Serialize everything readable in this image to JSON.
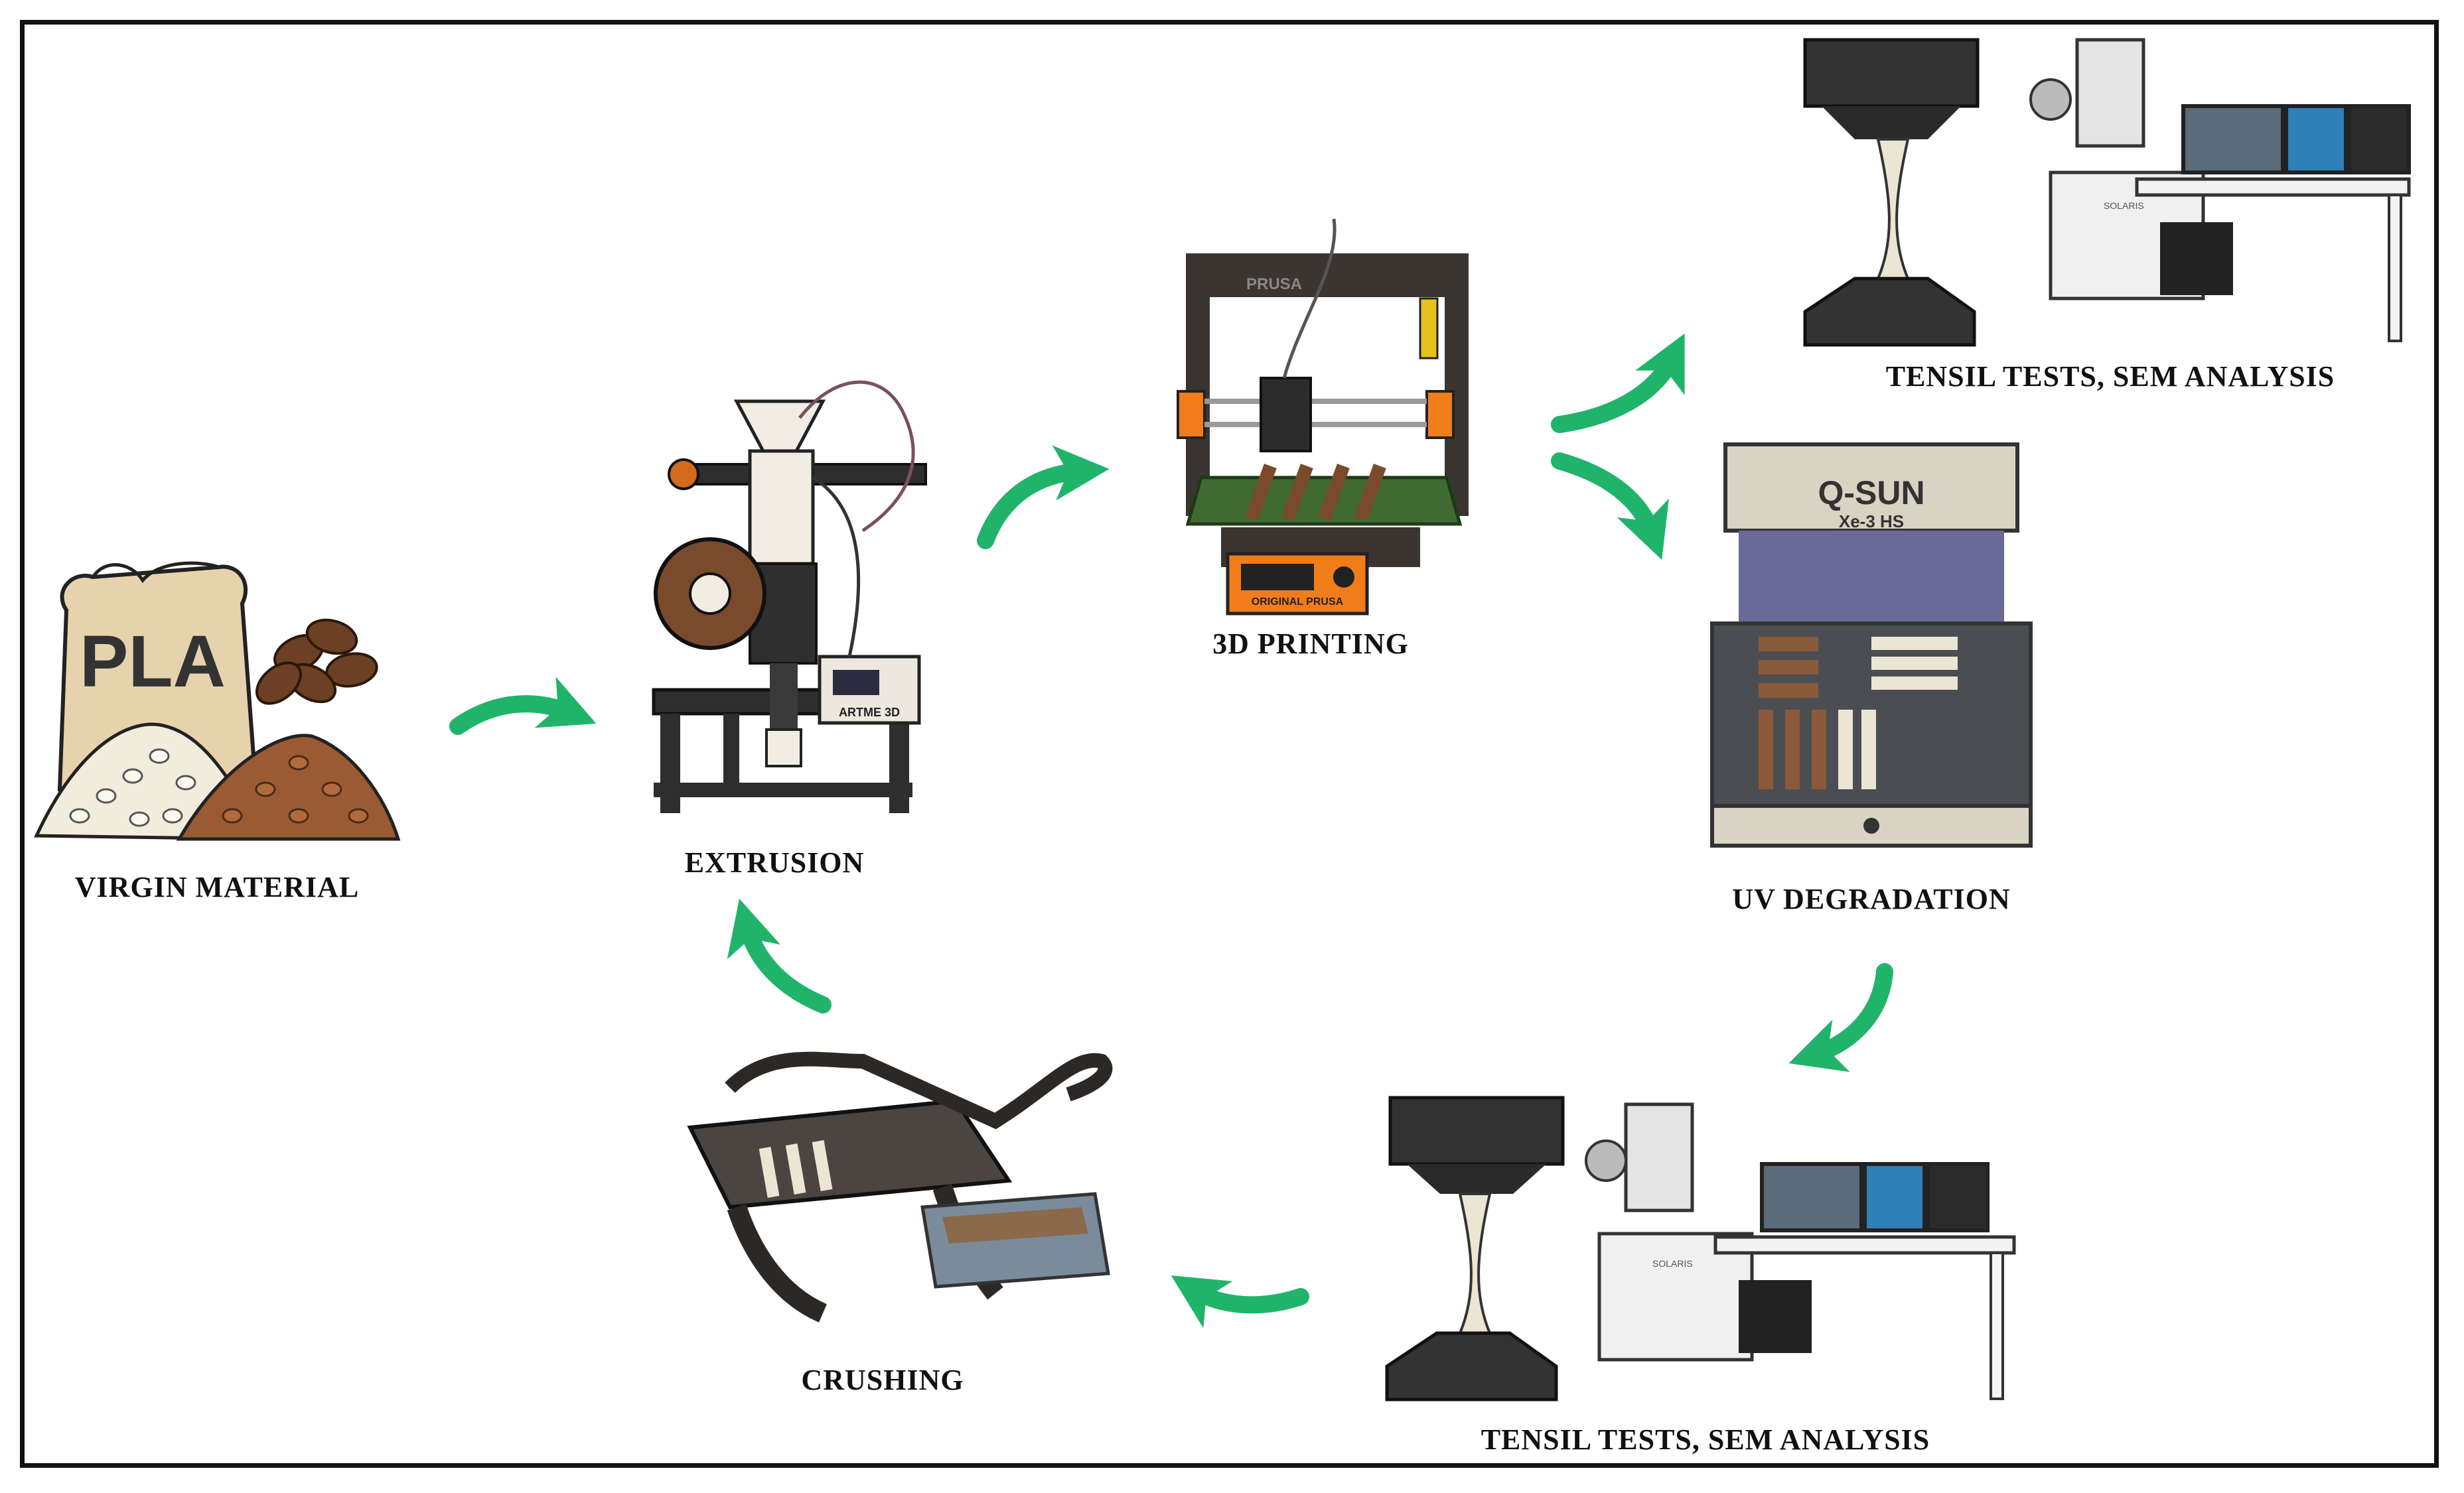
{
  "stages": {
    "virgin_material": {
      "label": "VIRGIN MATERIAL",
      "bag_text": "PLA"
    },
    "extrusion": {
      "label": "EXTRUSION",
      "device_text": "ARTME 3D"
    },
    "printing": {
      "label": "3D PRINTING",
      "brand_text": "PRUSA",
      "panel_text": "ORIGINAL PRUSA"
    },
    "tensile_top": {
      "label": "TENSIL TESTS, SEM ANALYSIS",
      "sem_text": "SOLARIS"
    },
    "uv": {
      "label": "UV DEGRADATION",
      "brand_text": "Q-SUN",
      "model_text": "Xe-3 HS"
    },
    "tensile_bottom": {
      "label": "TENSIL TESTS, SEM ANALYSIS",
      "sem_text": "SOLARIS"
    },
    "crushing": {
      "label": "CRUSHING"
    }
  },
  "colors": {
    "arrow": "#20b46a",
    "frame": "#111111",
    "printer_accent": "#f07d1a",
    "pla_bag": "#e6d3ad",
    "recycled_pla": "#9a5a34"
  }
}
